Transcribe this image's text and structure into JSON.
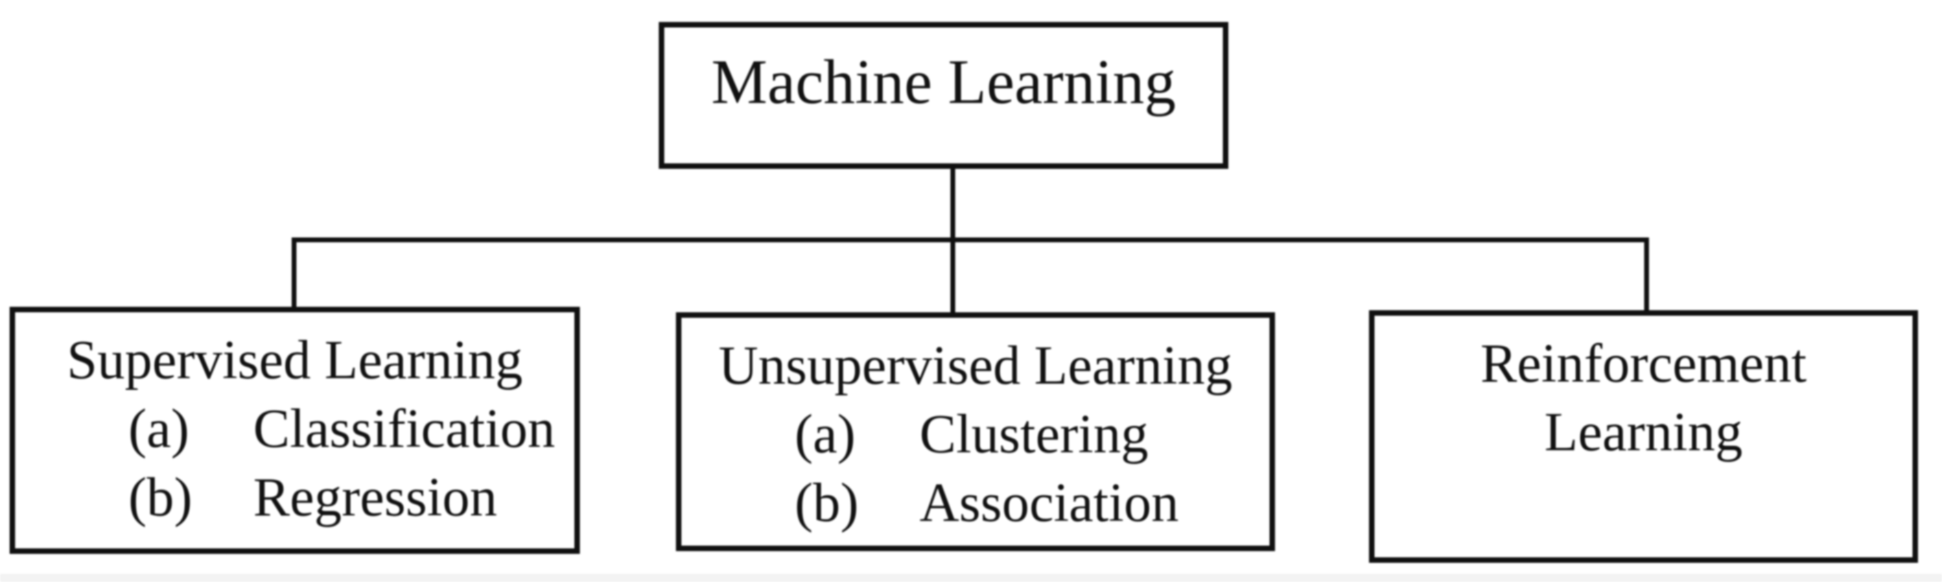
{
  "root_node": {
    "label": "Machine Learning"
  },
  "branches": [
    {
      "title": "Supervised Learning",
      "items": [
        {
          "marker": "(a)",
          "label": "Classification"
        },
        {
          "marker": "(b)",
          "label": "Regression"
        }
      ]
    },
    {
      "title": "Unsupervised Learning",
      "items": [
        {
          "marker": "(a)",
          "label": "Clustering"
        },
        {
          "marker": "(b)",
          "label": "Association"
        }
      ]
    },
    {
      "title": "Reinforcement Learning",
      "title_lines": [
        "Reinforcement",
        "Learning"
      ],
      "items": []
    }
  ],
  "colors": {
    "box_border": "#101010",
    "connector_line": "#101010",
    "text": "#111111",
    "background": "#ffffff",
    "bottom_strip": "#f3f3f3"
  }
}
